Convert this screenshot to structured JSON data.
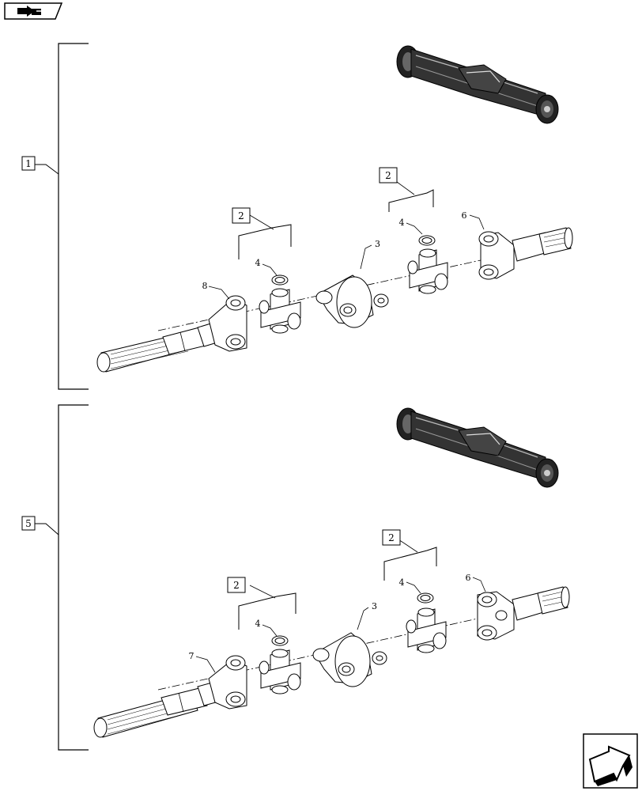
{
  "nav": {
    "back_icon": "arrow-left-icon",
    "next_icon": "arrow-down-right-icon"
  },
  "groups": [
    {
      "ref": "1",
      "sub_refs": [
        "2",
        "2"
      ],
      "callouts": {
        "yoke_left": "8",
        "bearing_left": "4",
        "coupling": "3",
        "bearing_right": "4",
        "yoke_right": "6"
      }
    },
    {
      "ref": "5",
      "sub_refs": [
        "2",
        "2"
      ],
      "callouts": {
        "yoke_left": "7",
        "bearing_left": "4",
        "coupling": "3",
        "bearing_right": "4",
        "yoke_right": "6"
      }
    }
  ]
}
